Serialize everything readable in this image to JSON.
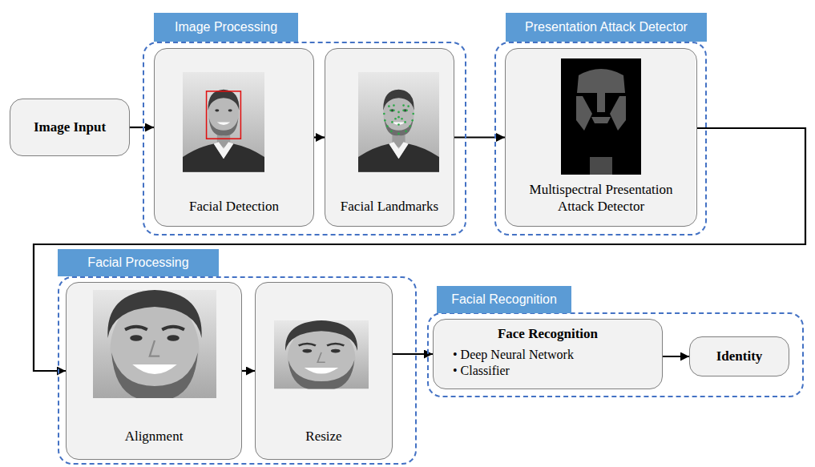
{
  "diagram": {
    "nodes": [
      {
        "text": [
          "Image Input"
        ]
      },
      {
        "text": [
          "Image Processing"
        ]
      },
      {
        "text": [
          "Facial Detection"
        ],
        "in": 1
      },
      {
        "text": [
          "Facial Landmarks"
        ],
        "in": 1
      },
      {
        "text": [
          "Presentation Attack Detector"
        ]
      },
      {
        "text": [
          "Multispectral Presentation Attack Detector"
        ],
        "in": 4
      },
      {
        "text": [
          "Facial Processing"
        ]
      },
      {
        "text": [
          "Alignment"
        ],
        "in": 6
      },
      {
        "text": [
          "Resize"
        ],
        "in": 6
      },
      {
        "text": [
          "Facial Recognition"
        ]
      },
      {
        "text": [
          "Face Recognition",
          "• Deep Neural Network",
          "• Classifier"
        ],
        "in": 9
      },
      {
        "text": [
          "Identity"
        ],
        "in": 9
      }
    ],
    "edges": [
      {
        "from": 0,
        "to": 2,
        "arrow": "to"
      },
      {
        "from": 2,
        "to": 3,
        "arrow": "to"
      },
      {
        "from": 3,
        "to": 5,
        "arrow": "to"
      },
      {
        "from": 5,
        "to": 7,
        "arrow": "to"
      },
      {
        "from": 7,
        "to": 8,
        "arrow": "to"
      },
      {
        "from": 8,
        "to": 10,
        "arrow": "to"
      },
      {
        "from": 10,
        "to": 11,
        "arrow": "to"
      }
    ]
  }
}
